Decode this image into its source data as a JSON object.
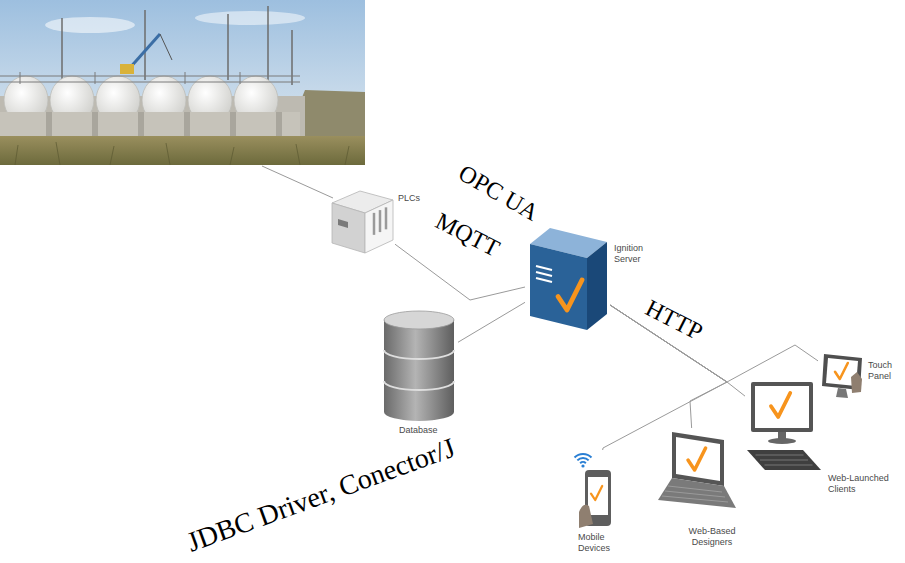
{
  "diagram": {
    "nodes": [
      {
        "text": [
          "PLCs"
        ]
      },
      {
        "text": [
          "Ignition Server"
        ]
      },
      {
        "text": [
          "Database"
        ]
      },
      {
        "text": [
          "Touch Panel"
        ]
      },
      {
        "text": [
          "Web-Launched Clients"
        ]
      },
      {
        "text": [
          "Web-Based Designers"
        ]
      },
      {
        "text": [
          "Mobile Devices"
        ]
      }
    ],
    "edges": [
      {
        "from": 0,
        "to": 1,
        "arrow": "none"
      },
      {
        "from": 2,
        "to": 1,
        "arrow": "none"
      },
      {
        "from": 1,
        "to": 3,
        "arrow": "none"
      },
      {
        "from": 1,
        "to": 4,
        "arrow": "none"
      },
      {
        "from": 1,
        "to": 5,
        "arrow": "none"
      },
      {
        "from": 1,
        "to": 6,
        "arrow": "none"
      }
    ],
    "labels": [
      "OPC UA",
      "MQTT",
      "HTTP",
      "JDBC Driver, Conector/J"
    ]
  }
}
